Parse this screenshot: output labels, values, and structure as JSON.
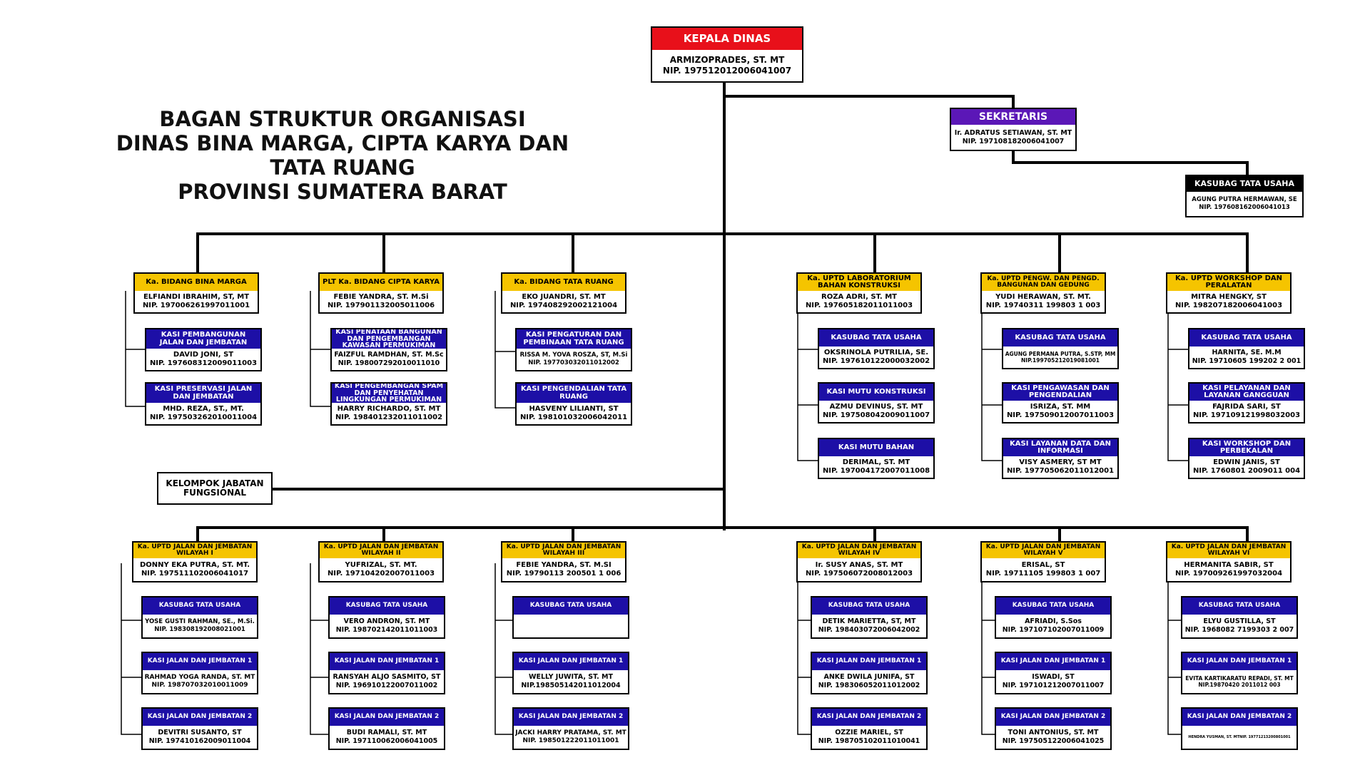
{
  "title": {
    "line1": "BAGAN STRUKTUR ORGANISASI",
    "line2": "DINAS BINA MARGA, CIPTA KARYA DAN TATA RUANG",
    "line3": "PROVINSI SUMATERA BARAT"
  },
  "top": {
    "kepala": {
      "title": "KEPALA DINAS",
      "name": "ARMIZOPRADES, ST. MT",
      "nip": "NIP. 197512012006041007",
      "color": "#e8101a"
    },
    "sekretaris": {
      "title": "SEKRETARIS",
      "name": "Ir. ADRATUS SETIAWAN, ST. MT",
      "nip": "NIP. 197108182006041007",
      "color": "#5b17b7"
    },
    "kasubag": {
      "title": "KASUBAG TATA USAHA",
      "name": "AGUNG PUTRA HERMAWAN, SE",
      "nip": "NIP. 197608162006041013",
      "color": "#000000"
    }
  },
  "fungsional": {
    "label": "KELOMPOK JABATAN FUNGSIONAL"
  },
  "colors": {
    "yellow": "#f5c400",
    "blue": "#1d0fa6"
  },
  "bidang": [
    {
      "head": {
        "title": "Ka. BIDANG BINA MARGA",
        "name": "ELFIANDI IBRAHIM, ST, MT",
        "nip": "NIP. 197006261997011001"
      },
      "subs": [
        {
          "title": "KASI PEMBANGUNAN JALAN DAN JEMBATAN",
          "name": "DAVID JONI, ST",
          "nip": "NIP. 197608312009011003"
        },
        {
          "title": "KASI PRESERVASI JALAN DAN JEMBATAN",
          "name": "MHD. REZA, ST., MT.",
          "nip": "NIP. 197503262010011004"
        }
      ]
    },
    {
      "head": {
        "title": "PLT Ka. BIDANG CIPTA KARYA",
        "name": "FEBIE YANDRA, ST. M.Si",
        "nip": "NIP. 197901132005011006"
      },
      "subs": [
        {
          "title": "KASI PENATAAN BANGUNAN DAN PENGEMBANGAN KAWASAN PERMUKIMAN",
          "name": "FAIZFUL RAMDHAN, ST. M.Sc",
          "nip": "NIP. 198007292010011010"
        },
        {
          "title": "KASI PENGEMBANGAN SPAM DAN PENYEHATAN LINGKUNGAN PERMUKIMAN",
          "name": "HARRY RICHARDO, ST. MT",
          "nip": "NIP. 198401232011011002"
        }
      ]
    },
    {
      "head": {
        "title": "Ka. BIDANG TATA RUANG",
        "name": "EKO JUANDRI, ST. MT",
        "nip": "NIP. 197408292002121004"
      },
      "subs": [
        {
          "title": "KASI PENGATURAN DAN PEMBINAAN TATA RUANG",
          "name": "RISSA M. YOVA ROSZA, ST, M.Si",
          "nip": "NIP. 197703032011012002"
        },
        {
          "title": "KASI PENGENDALIAN TATA RUANG",
          "name": "HASVENY LILIANTI, ST",
          "nip": "NIP. 198101032006042011"
        }
      ]
    },
    {
      "head": {
        "title": "Ka. UPTD LABORATORIUM BAHAN KONSTRUKSI",
        "name": "ROZA ADRI, ST. MT",
        "nip": "NIP. 197605182011011003"
      },
      "subs": [
        {
          "title": "KASUBAG TATA USAHA",
          "name": "OKSRINOLA PUTRILIA, SE.",
          "nip": "NIP. 197610122000032002"
        },
        {
          "title": "KASI MUTU KONSTRUKSI",
          "name": "AZMU DEVINUS, ST. MT",
          "nip": "NIP. 197508042009011007"
        },
        {
          "title": "KASI MUTU BAHAN",
          "name": "DERIMAL, ST. MT",
          "nip": "NIP. 197004172007011008"
        }
      ]
    },
    {
      "head": {
        "title": "Ka. UPTD PENGW. DAN PENGD. BANGUNAN DAN GEDUNG",
        "name": "YUDI HERAWAN, ST. MT.",
        "nip": "NIP. 19740311 199803 1 003"
      },
      "subs": [
        {
          "title": "KASUBAG TATA USAHA",
          "name": "AGUNG PERMANA PUTRA, S.STP, MM",
          "nip": "NIP.199705212019081001"
        },
        {
          "title": "KASI PENGAWASAN DAN PENGENDALIAN",
          "name": "ISRIZA, ST. MM",
          "nip": "NIP. 197509012007011003"
        },
        {
          "title": "KASI LAYANAN DATA DAN INFORMASI",
          "name": "VISY ASMERY, ST MT",
          "nip": "NIP. 197705062011012001"
        }
      ]
    },
    {
      "head": {
        "title": "Ka. UPTD WORKSHOP DAN PERALATAN",
        "name": "MITRA HENGKY, ST",
        "nip": "NIP. 198207182006041003"
      },
      "subs": [
        {
          "title": "KASUBAG TATA USAHA",
          "name": "HARNITA, SE. M.M",
          "nip": "NIP. 19710605 199202 2 001"
        },
        {
          "title": "KASI PELAYANAN DAN LAYANAN GANGGUAN",
          "name": "FAJRIDA SARI, ST",
          "nip": "NIP. 197109121998032003"
        },
        {
          "title": "KASI WORKSHOP DAN PERBEKALAN",
          "name": "EDWIN JANIS, ST",
          "nip": "NIP. 1760801 2009011 004"
        }
      ]
    }
  ],
  "uptd": [
    {
      "head": {
        "title": "Ka. UPTD JALAN DAN JEMBATAN WILAYAH I",
        "name": "DONNY EKA PUTRA, ST. MT.",
        "nip": "NIP. 197511102006041017"
      },
      "subs": [
        {
          "title": "KASUBAG TATA USAHA",
          "name": "YOSE GUSTI RAHMAN, SE., M.Si.",
          "nip": "NIP. 198308192008021001"
        },
        {
          "title": "KASI JALAN DAN JEMBATAN 1",
          "name": "RAHMAD YOGA RANDA, ST. MT",
          "nip": "NIP. 198707032010011009"
        },
        {
          "title": "KASI JALAN DAN JEMBATAN 2",
          "name": "DEVITRI SUSANTO, ST",
          "nip": "NIP. 197410162009011004"
        }
      ]
    },
    {
      "head": {
        "title": "Ka. UPTD JALAN DAN JEMBATAN WILAYAH II",
        "name": "YUFRIZAL, ST. MT.",
        "nip": "NIP. 197104202007011003"
      },
      "subs": [
        {
          "title": "KASUBAG TATA USAHA",
          "name": "VERO ANDRON, ST. MT",
          "nip": "NIP. 198702142011011003"
        },
        {
          "title": "KASI JALAN DAN JEMBATAN 1",
          "name": "RANSYAH ALJO SASMITO, ST",
          "nip": "NIP. 196910122007011002"
        },
        {
          "title": "KASI JALAN DAN JEMBATAN 2",
          "name": "BUDI RAMALI, ST. MT",
          "nip": "NIP. 197110062006041005"
        }
      ]
    },
    {
      "head": {
        "title": "Ka. UPTD JALAN DAN JEMBATAN WILAYAH III",
        "name": "FEBIE YANDRA, ST. M.SI",
        "nip": "NIP. 19790113 200501 1 006"
      },
      "subs": [
        {
          "title": "KASUBAG TATA USAHA",
          "name": "",
          "nip": ""
        },
        {
          "title": "KASI JALAN DAN JEMBATAN 1",
          "name": "WELLY JUWITA, ST. MT",
          "nip": "NIP.198505142011012004"
        },
        {
          "title": "KASI JALAN DAN JEMBATAN 2",
          "name": "JACKI HARRY PRATAMA, ST. MT",
          "nip": "NIP. 198501222011011001"
        }
      ]
    },
    {
      "head": {
        "title": "Ka. UPTD JALAN DAN JEMBATAN WILAYAH IV",
        "name": "Ir. SUSY ANAS, ST. MT",
        "nip": "NIP. 197506072008012003"
      },
      "subs": [
        {
          "title": "KASUBAG TATA USAHA",
          "name": "DETIK MARIETTA, ST, MT",
          "nip": "NIP. 198403072006042002"
        },
        {
          "title": "KASI JALAN DAN JEMBATAN 1",
          "name": "ANKE DWILA JUNIFA, ST",
          "nip": "NIP. 198306052011012002"
        },
        {
          "title": "KASI JALAN DAN JEMBATAN 2",
          "name": "OZZIE MARIEL, ST",
          "nip": "NIP. 198705102011010041"
        }
      ]
    },
    {
      "head": {
        "title": "Ka. UPTD JALAN DAN JEMBATAN WILAYAH V",
        "name": "ERISAL, ST",
        "nip": "NIP. 19711105 199803 1 007"
      },
      "subs": [
        {
          "title": "KASUBAG TATA USAHA",
          "name": "AFRIADI, S.Sos",
          "nip": "NIP. 197107102007011009"
        },
        {
          "title": "KASI JALAN DAN JEMBATAN 1",
          "name": "ISWADI, ST",
          "nip": "NIP. 197101212007011007"
        },
        {
          "title": "KASI JALAN DAN JEMBATAN 2",
          "name": "TONI ANTONIUS, ST. MT",
          "nip": "NIP. 197505122006041025"
        }
      ]
    },
    {
      "head": {
        "title": "Ka. UPTD JALAN DAN JEMBATAN WILAYAH VI",
        "name": "HERMANITA SABIR, ST",
        "nip": "NIP. 197009261997032004"
      },
      "subs": [
        {
          "title": "KASUBAG TATA USAHA",
          "name": "ELYU GUSTILLA, ST",
          "nip": "NIP. 1968082 7199303 2 007"
        },
        {
          "title": "KASI JALAN DAN JEMBATAN 1",
          "name": "EVITA KARTIKARATU REPADI, ST. MT",
          "nip": "NIP.19870420 2011012 003"
        },
        {
          "title": "KASI JALAN DAN JEMBATAN 2",
          "name": "HENDRA YUSMAN, ST. MTNIP. 19771213200801001",
          "nip": ""
        }
      ]
    }
  ]
}
